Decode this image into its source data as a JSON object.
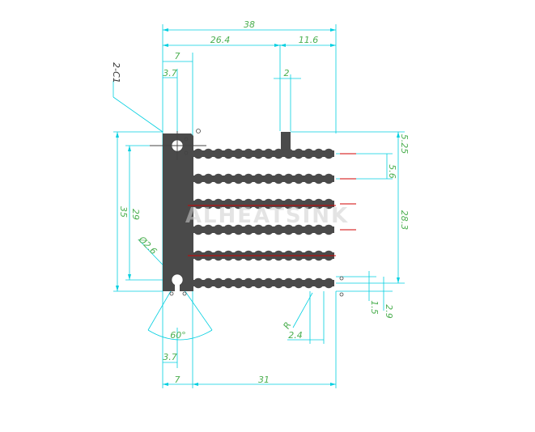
{
  "drawing": {
    "top": {
      "overall": "38",
      "left_part": "26.4",
      "right_part": "11.6",
      "flange": "7",
      "hole_offset": "3.7",
      "fin_width": "2"
    },
    "left": {
      "total_height": "35",
      "hole_spacing": "29",
      "chamfer": "2-C1"
    },
    "right": {
      "top_offset": "5.25",
      "fin_pitch": "5.6",
      "fin_span": "28.3",
      "bottom_height": "1.5",
      "tail_height": "2.9"
    },
    "bottom": {
      "angle": "60°",
      "hole_offset": "3.7",
      "flange": "7",
      "fin_length": "31",
      "root_gap": "2.4",
      "radius": "R",
      "diameter": "Ø2.6"
    },
    "watermark": "ALHEATSINK"
  },
  "colors": {
    "dimension": "#00cfe0",
    "dim_text": "#4caf50",
    "body": "#4a4a4a",
    "centerline": "#d00000"
  }
}
